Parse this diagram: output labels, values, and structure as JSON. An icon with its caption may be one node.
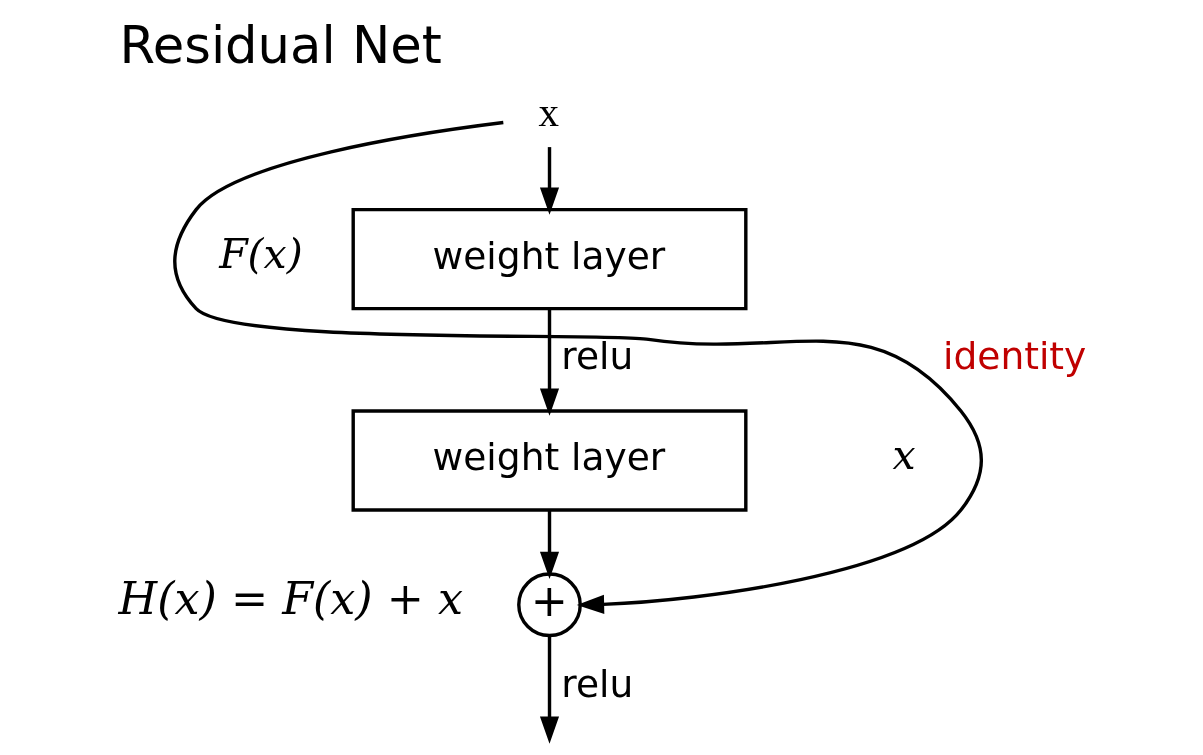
{
  "diagram": {
    "title": "Residual Net",
    "nodes": [
      {
        "text": [
          "x"
        ]
      },
      {
        "text": [
          "weight layer"
        ]
      },
      {
        "text": [
          "weight layer"
        ]
      },
      {
        "text": [
          "+"
        ],
        "beside": [
          "H(x) = F(x) + x"
        ]
      }
    ],
    "edges": [
      {
        "from": 0,
        "to": 1,
        "arrow": "to"
      },
      {
        "from": 1,
        "to": 2,
        "arrow": "to",
        "label": "relu"
      },
      {
        "from": 2,
        "to": 3,
        "arrow": "to"
      },
      {
        "from": 0,
        "to": 3,
        "arrow": "to",
        "label": "identity"
      },
      {
        "from": 3,
        "to": null,
        "arrow": "to",
        "label": "relu"
      }
    ],
    "labels": [
      "F(x)",
      "x"
    ]
  }
}
